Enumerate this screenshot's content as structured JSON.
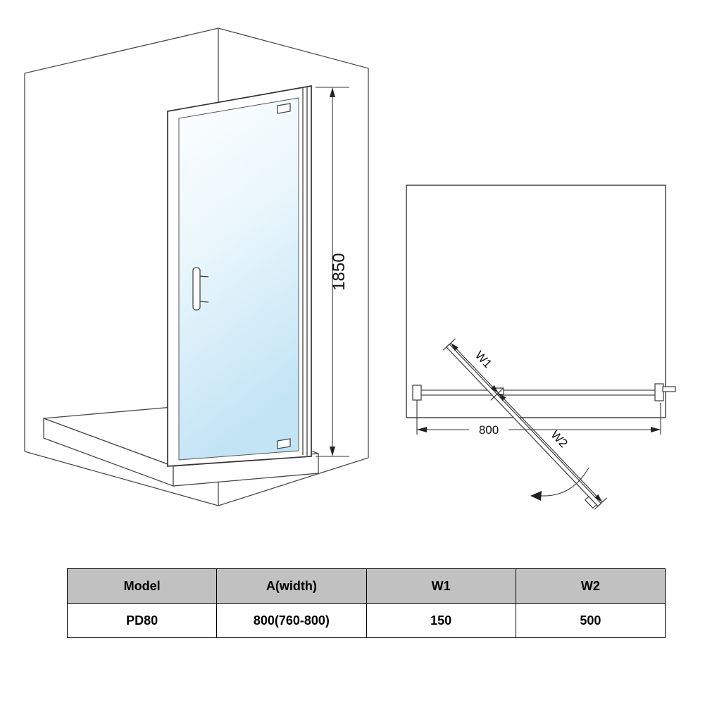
{
  "front_view": {
    "height_label": "1850"
  },
  "top_view": {
    "w1_label": "W1",
    "w2_label": "W2",
    "width_label": "800"
  },
  "spec_table": {
    "headers": [
      "Model",
      "A(width)",
      "W1",
      "W2"
    ],
    "row": [
      "PD80",
      "800(760-800)",
      "150",
      "500"
    ]
  },
  "colors": {
    "line": "#4a4a4a",
    "glass_top": "#fdfeff",
    "glass_bottom": "#c2e4f5",
    "table_header_bg": "#c1c1c1"
  }
}
